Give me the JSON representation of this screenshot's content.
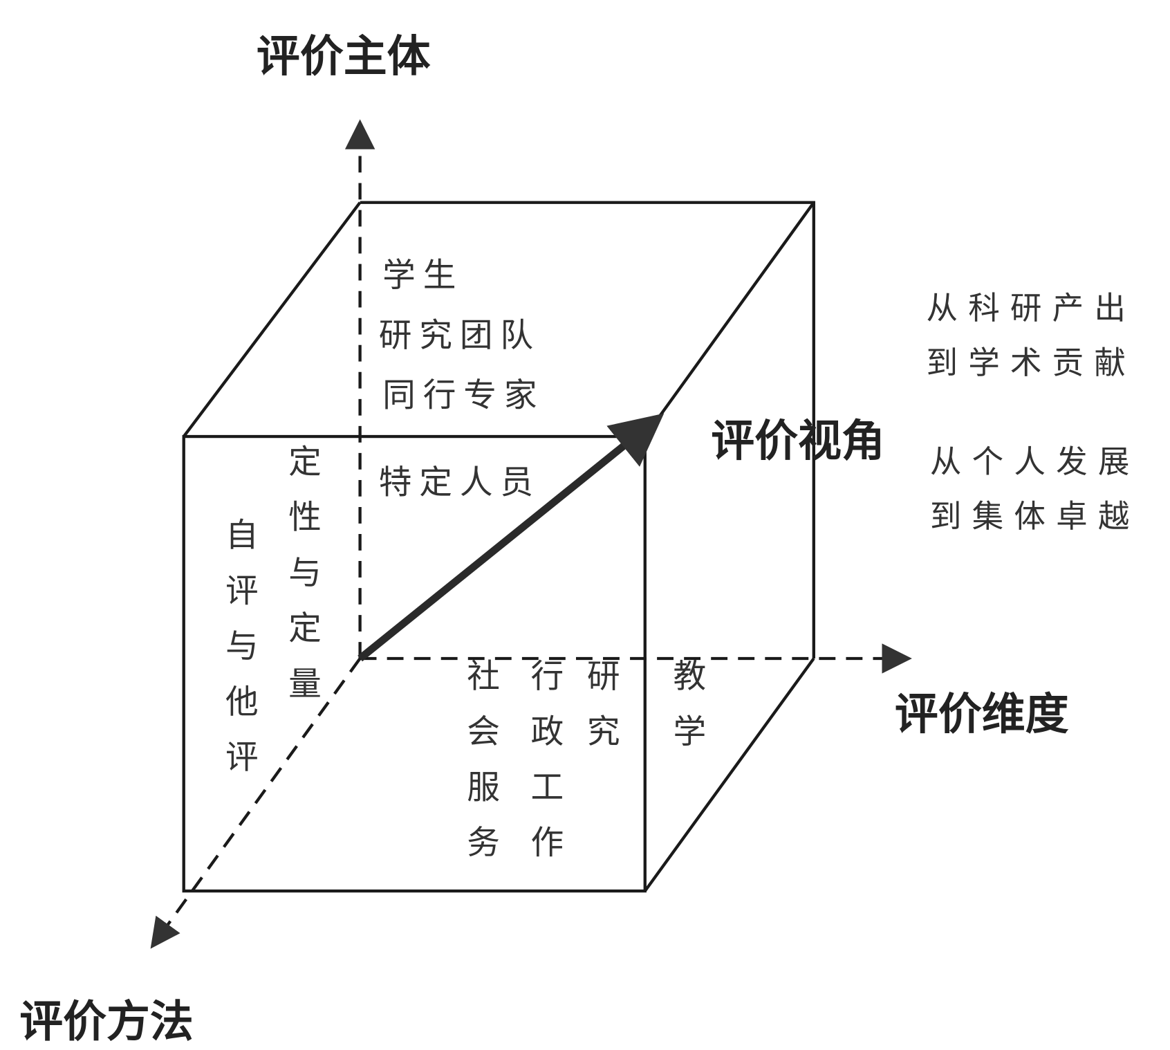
{
  "axes": {
    "subject": "评价主体",
    "perspective": "评价视角",
    "dimension": "评价维度",
    "method": "评价方法"
  },
  "subjects": [
    "学生",
    "研究团队",
    "同行专家",
    "特定人员"
  ],
  "methods": [
    "自评与他评",
    "定性与定量"
  ],
  "dimensions": [
    "社会服务",
    "行政工作",
    "研究",
    "教学"
  ],
  "perspectives": [
    "从科研产出",
    "到学术贡献",
    "从个人发展",
    "到集体卓越"
  ]
}
